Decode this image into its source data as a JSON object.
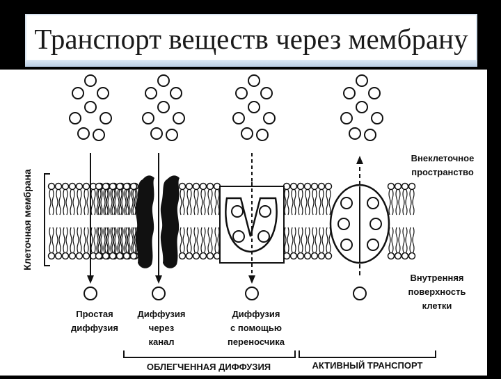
{
  "slide": {
    "title": "Транспорт веществ через мембрану"
  },
  "diagram": {
    "side_label": "Клеточная мембрана",
    "right_top": [
      "Внеклеточное",
      "пространство"
    ],
    "right_bottom": [
      "Внутренняя",
      "поверхность",
      "клетки"
    ],
    "mechanisms": [
      {
        "label": [
          "Простая",
          "диффузия"
        ]
      },
      {
        "label": [
          "Диффузия",
          "через",
          "канал"
        ]
      },
      {
        "label": [
          "Диффузия",
          "с помощью",
          "переносчика"
        ]
      }
    ],
    "group_facilitated": "ОБЛЕГЧЕННАЯ ДИФФУЗИЯ",
    "group_active": "АКТИВНЫЙ ТРАНСПОРТ"
  },
  "colors": {
    "ink": "#111111",
    "background": "#ffffff",
    "title_band": "#c9d9ec"
  }
}
